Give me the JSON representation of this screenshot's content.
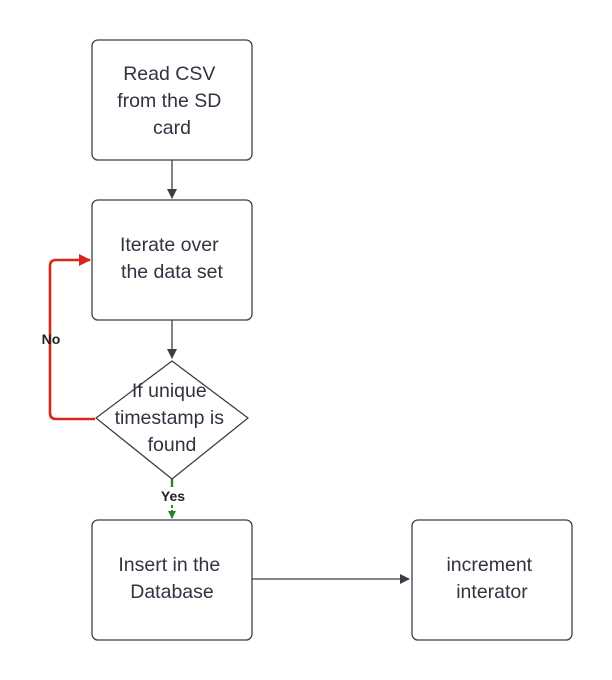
{
  "nodes": {
    "read_csv": {
      "lines": [
        "Read CSV",
        "from the SD",
        "card"
      ]
    },
    "iterate": {
      "lines": [
        "Iterate over",
        "the data set"
      ]
    },
    "decision": {
      "lines": [
        "If unique",
        "timestamp is",
        "found"
      ]
    },
    "insert": {
      "lines": [
        "Insert in the",
        "Database"
      ]
    },
    "increment": {
      "lines": [
        "increment",
        "interator"
      ]
    }
  },
  "edges": {
    "no_label": "No",
    "yes_label": "Yes"
  },
  "colors": {
    "stroke": "#3b3f46",
    "no_edge": "#d9261c",
    "yes_edge": "#1e8a2a",
    "text": "#2f3440"
  }
}
